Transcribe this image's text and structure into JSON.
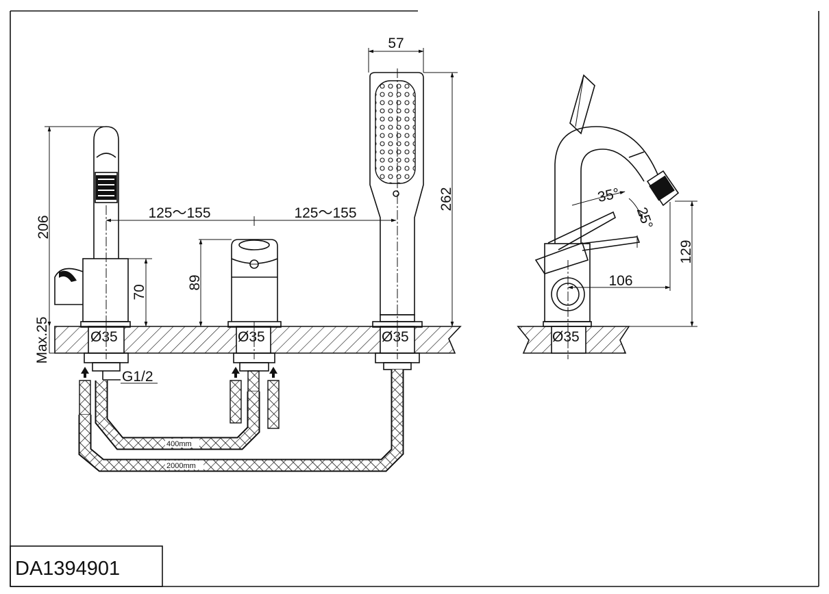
{
  "drawing": {
    "product_code": "DA1394901",
    "dimensions": {
      "spout_height": "206",
      "body_height_left": "70",
      "max_deck": "Max.25",
      "spacing_1": "125～155",
      "spacing_2": "125～155",
      "valve_height": "89",
      "handshower_width": "57",
      "handshower_height": "262",
      "hole_diameter": "Ø35",
      "thread": "G1/2",
      "hose_short": "400mm",
      "hose_long": "2000mm",
      "side_outlet_height": "129",
      "side_reach": "106",
      "angle_spout": "35°",
      "angle_lever": "25°"
    }
  }
}
